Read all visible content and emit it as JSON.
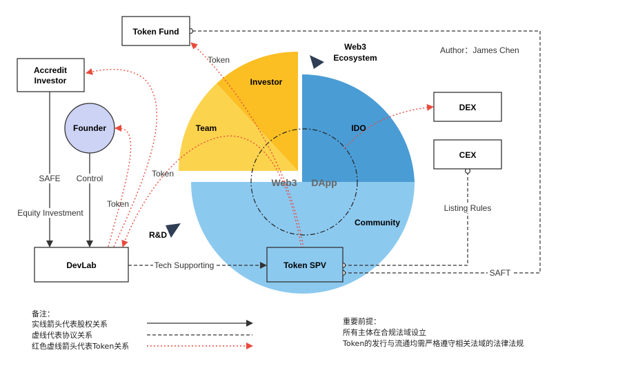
{
  "colors": {
    "yellow_light": "#fcd34d",
    "yellow_dark": "#fbbf24",
    "blue_dark": "#4a9cd4",
    "blue_light": "#8cc9ef",
    "dot_red": "#e84b3c",
    "founder_fill": "#cdd3f5",
    "spv_fill": "#8cc9ef"
  },
  "nodes": {
    "token_fund": "Token Fund",
    "accredit_investor_1": "Accredit",
    "accredit_investor_2": "Investor",
    "founder": "Founder",
    "devlab": "DevLab",
    "token_spv": "Token SPV",
    "dex": "DEX",
    "cex": "CEX"
  },
  "sectors": {
    "investor": "Investor",
    "team": "Team",
    "ido": "IDO",
    "community": "Community"
  },
  "center": {
    "web3": "Web3",
    "dapp": "DApp"
  },
  "ecosystem": {
    "line1": "Web3",
    "line2": "Ecosystem"
  },
  "rd": "R&D",
  "author": "Author：James Chen",
  "edges": {
    "safe": "SAFE",
    "equity_investment": "Equity Investment",
    "control": "Control",
    "token_a": "Token",
    "token_b": "Token",
    "token_c": "Token",
    "tech_supporting": "Tech Supporting",
    "listing_rules": "Listing Rules",
    "saft": "SAFT"
  },
  "legend": {
    "title": "备注：",
    "solid": "实线箭头代表股权关系",
    "dashed": "虚线代表协议关系",
    "dotted": "红色虚线箭头代表Token关系"
  },
  "premise": {
    "title": "重要前提：",
    "line1": "所有主体在合规法域设立",
    "line2": "Token的发行与流通均需严格遵守相关法域的法律法规"
  }
}
